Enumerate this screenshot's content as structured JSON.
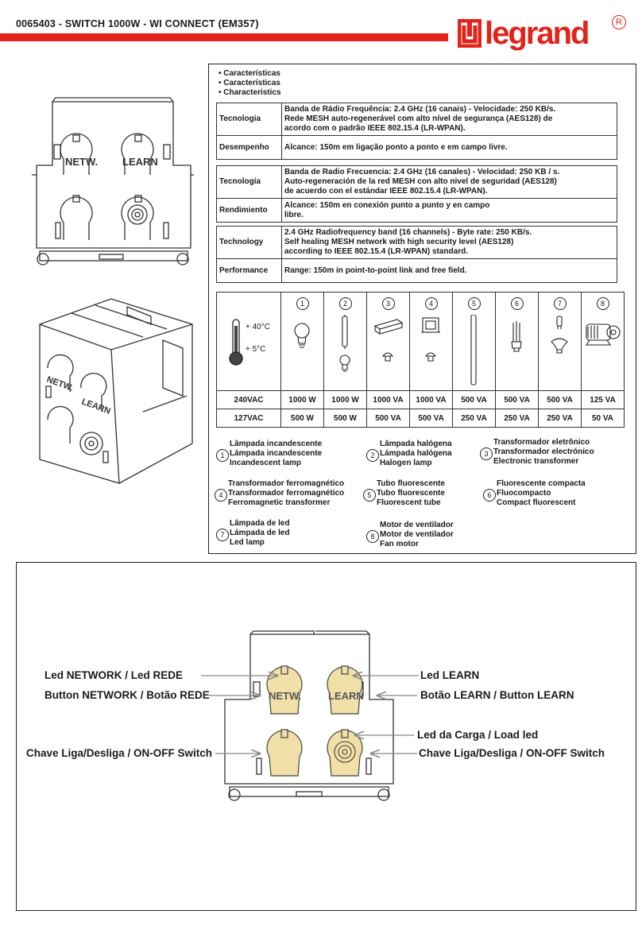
{
  "header": {
    "title": "0065403 - SWITCH 1000W - WI CONNECT",
    "model": "(EM357)",
    "brand": "legrand",
    "registered": "R",
    "brand_color": "#e2231a"
  },
  "specs": {
    "bullets": [
      "• Características",
      "• Características",
      "• Characteristics"
    ],
    "pt": {
      "tech_label": "Tecnologia",
      "tech_text": [
        "Banda de Rádio Frequência:  2.4 GHz  (16 canais) -  Velocidade: 250 KB/s.",
        "Rede MESH auto-regenerável com alto nível de segurança (AES128)  de",
        "acordo com o padrão IEEE 802.15.4 (LR-WPAN)."
      ],
      "perf_label": "Desempenho",
      "perf_text": "Alcance: 150m em ligação ponto a ponto e em campo livre."
    },
    "es": {
      "tech_label": "Tecnología",
      "tech_text": [
        "Banda de Radio Frecuencia: 2.4 GHz (16 canales) - Velocidad: 250 KB / s.",
        "Auto-regeneración de la red MESH con alto nivel de seguridad (AES128)",
        "de acuerdo con el estándar IEEE 802.15.4 (LR-WPAN)."
      ],
      "perf_label": "Rendimiento",
      "perf_text": [
        "Alcance: 150m en conexión punto a punto y en campo",
        "libre."
      ]
    },
    "en": {
      "tech_label": "Technology",
      "tech_text": [
        "2.4 GHz Radiofrequency band (16 channels) -  Byte rate: 250 KB/s.",
        "Self healing MESH network with high security level (AES128)",
        "according to IEEE 802.15.4 (LR-WPAN) standard."
      ],
      "perf_label": "Performance",
      "perf_text": "Range: 150m in point-to-point link and free field."
    }
  },
  "loads": {
    "temp_high": "+ 40°C",
    "temp_low": "+  5°C",
    "numbers": [
      "1",
      "2",
      "3",
      "4",
      "5",
      "6",
      "7",
      "8"
    ],
    "row1_label": "240VAC",
    "row1": [
      "1000 W",
      "1000 W",
      "1000 VA",
      "1000 VA",
      "500 VA",
      "500 VA",
      "500 VA",
      "125 VA"
    ],
    "row2_label": "127VAC",
    "row2": [
      "500 W",
      "500 W",
      "500 VA",
      "500 VA",
      "250 VA",
      "250 VA",
      "250 VA",
      "50 VA"
    ]
  },
  "legend": [
    {
      "num": "1",
      "lines": [
        "Lâmpada incandescente",
        "Lámpada incandescente",
        "Incandescent lamp"
      ]
    },
    {
      "num": "2",
      "lines": [
        "Lâmpada halógena",
        "Lámpada halógena",
        "Halogen lamp"
      ]
    },
    {
      "num": "3",
      "lines": [
        "Transformador eletrônico",
        "Transformador electrónico",
        "Electronic transformer"
      ]
    },
    {
      "num": "4",
      "lines": [
        "Transformador ferromagnético",
        "Transformador ferromagnético",
        "Ferromagnetic transformer"
      ]
    },
    {
      "num": "5",
      "lines": [
        "Tubo fluorescente",
        "Tubo fluorescente",
        "Fluorescent tube"
      ]
    },
    {
      "num": "6",
      "lines": [
        "Fluorescente compacta",
        "Fluocompacto",
        "Compact fluorescent"
      ]
    },
    {
      "num": "7",
      "lines": [
        "Lâmpada de led",
        "Lámpada de led",
        "Led lamp"
      ]
    },
    {
      "num": "8",
      "lines": [
        "Motor de ventilador",
        "Motor de ventilador",
        "Fan motor"
      ]
    }
  ],
  "device_labels": {
    "netw": "NETW.",
    "learn": "LEARN"
  },
  "callouts": {
    "led_network": "Led NETWORK / Led REDE",
    "button_network": "Button NETWORK / Botão REDE",
    "onoff_left": "Chave Liga/Desliga / ON-OFF Switch",
    "led_learn": "Led LEARN",
    "button_learn": "Botão LEARN / Button LEARN",
    "load_led": "Led da Carga / Load led",
    "onoff_right": "Chave Liga/Desliga / ON-OFF Switch"
  }
}
